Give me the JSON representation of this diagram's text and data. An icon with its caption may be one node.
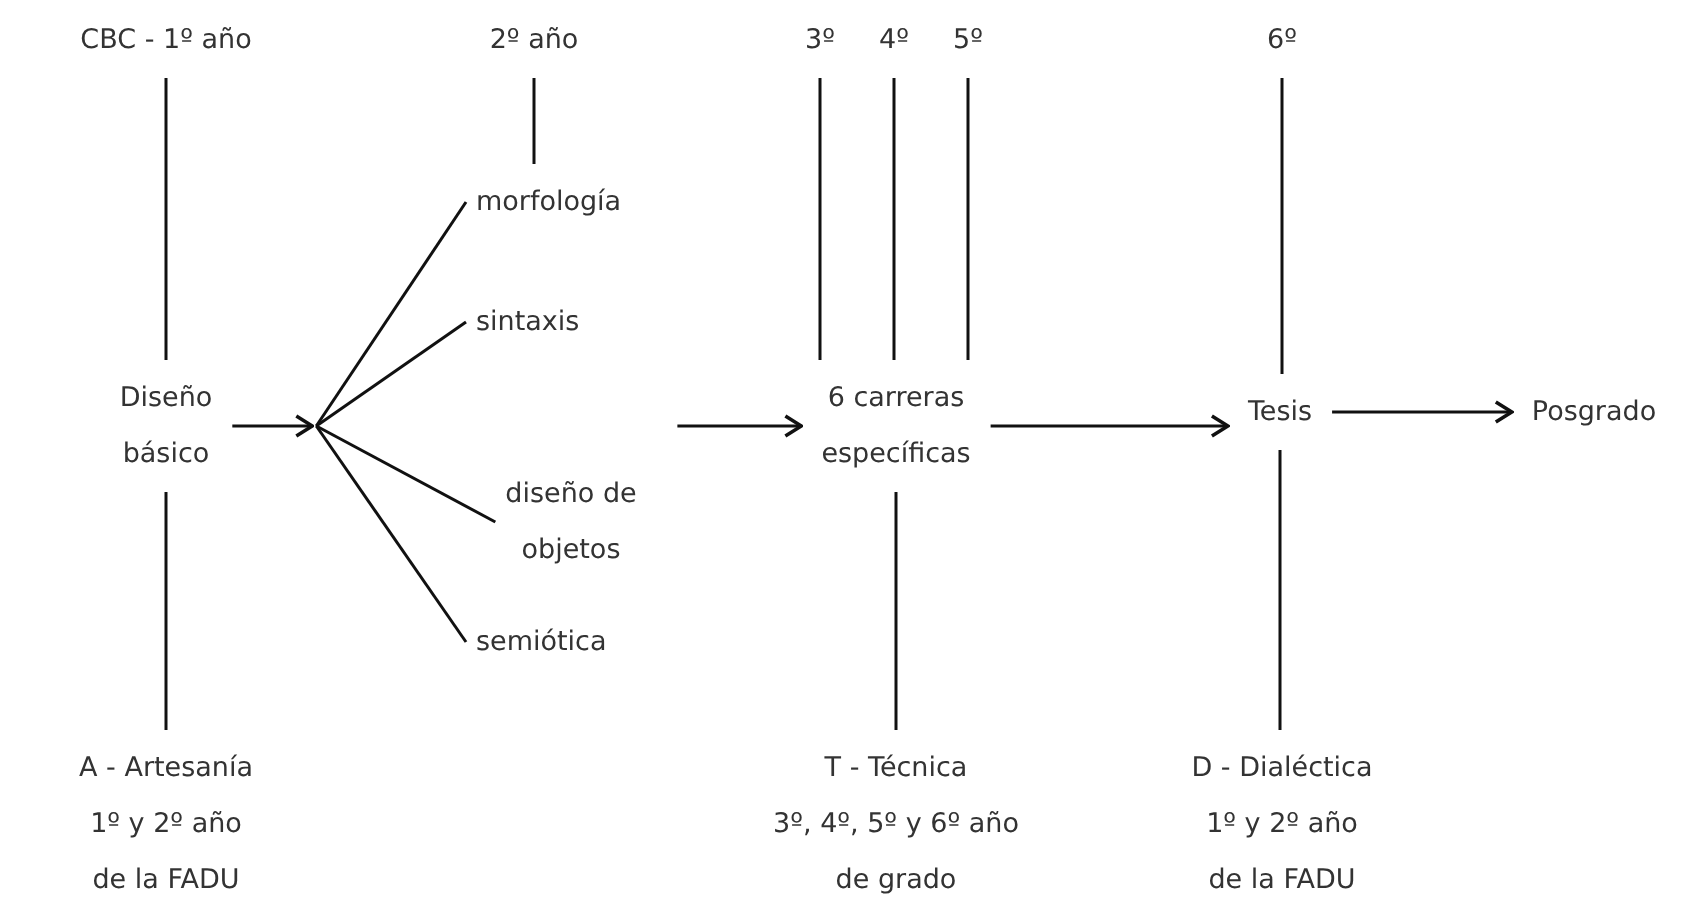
{
  "diagram": {
    "nodes": [
      {
        "text": [
          "CBC - 1º año"
        ]
      },
      {
        "text": [
          "2º año"
        ]
      },
      {
        "text": [
          "3º"
        ]
      },
      {
        "text": [
          "4º"
        ]
      },
      {
        "text": [
          "5º"
        ]
      },
      {
        "text": [
          "6º"
        ]
      },
      {
        "text": [
          "Diseño básico"
        ]
      },
      {
        "text": [
          "morfología"
        ]
      },
      {
        "text": [
          "sintaxis"
        ]
      },
      {
        "text": [
          "diseño de objetos"
        ]
      },
      {
        "text": [
          "semiótica"
        ]
      },
      {
        "text": [
          "6 carreras específicas"
        ]
      },
      {
        "text": [
          "Tesis"
        ]
      },
      {
        "text": [
          "Posgrado"
        ]
      },
      {
        "text": [
          "A - Artesanía",
          "1º y 2º año de la FADU"
        ]
      },
      {
        "text": [
          "T - Técnica",
          "3º, 4º, 5º y 6º año de grado"
        ]
      },
      {
        "text": [
          "D - Dialéctica",
          "1º y 2º año de la FADU"
        ]
      }
    ],
    "edges": [
      {
        "from": 0,
        "to": 6,
        "arrow": "none"
      },
      {
        "from": 6,
        "to": 14,
        "arrow": "none"
      },
      {
        "from": 1,
        "to": 7,
        "arrow": "none"
      },
      {
        "from": 6,
        "to": null,
        "arrow": "to"
      },
      {
        "from": null,
        "to": 7,
        "arrow": "none"
      },
      {
        "from": null,
        "to": 8,
        "arrow": "none"
      },
      {
        "from": null,
        "to": 9,
        "arrow": "none"
      },
      {
        "from": null,
        "to": 10,
        "arrow": "none"
      },
      {
        "from": null,
        "to": 11,
        "arrow": "to"
      },
      {
        "from": 2,
        "to": 11,
        "arrow": "none"
      },
      {
        "from": 3,
        "to": 11,
        "arrow": "none"
      },
      {
        "from": 4,
        "to": 11,
        "arrow": "none"
      },
      {
        "from": 11,
        "to": 15,
        "arrow": "none"
      },
      {
        "from": 11,
        "to": 12,
        "arrow": "to"
      },
      {
        "from": 5,
        "to": 12,
        "arrow": "none"
      },
      {
        "from": 12,
        "to": 16,
        "arrow": "none"
      },
      {
        "from": 12,
        "to": 13,
        "arrow": "to"
      }
    ]
  }
}
